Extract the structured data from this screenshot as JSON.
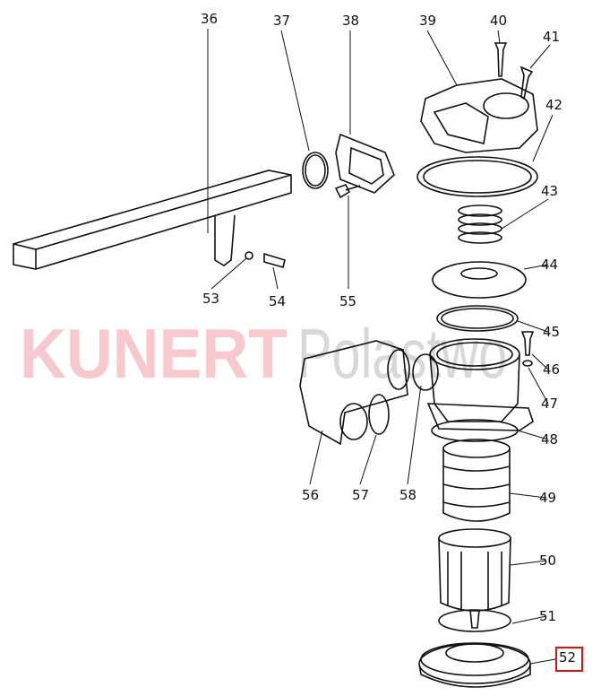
{
  "watermark": {
    "brand": "KUNERT",
    "suffix": "Polastwo"
  },
  "labels": [
    "36",
    "37",
    "38",
    "39",
    "40",
    "41",
    "42",
    "43",
    "44",
    "45",
    "46",
    "47",
    "48",
    "49",
    "50",
    "51",
    "52",
    "53",
    "54",
    "55",
    "56",
    "57",
    "58"
  ],
  "highlighted_label": "52",
  "highlight_color": "#e01010"
}
